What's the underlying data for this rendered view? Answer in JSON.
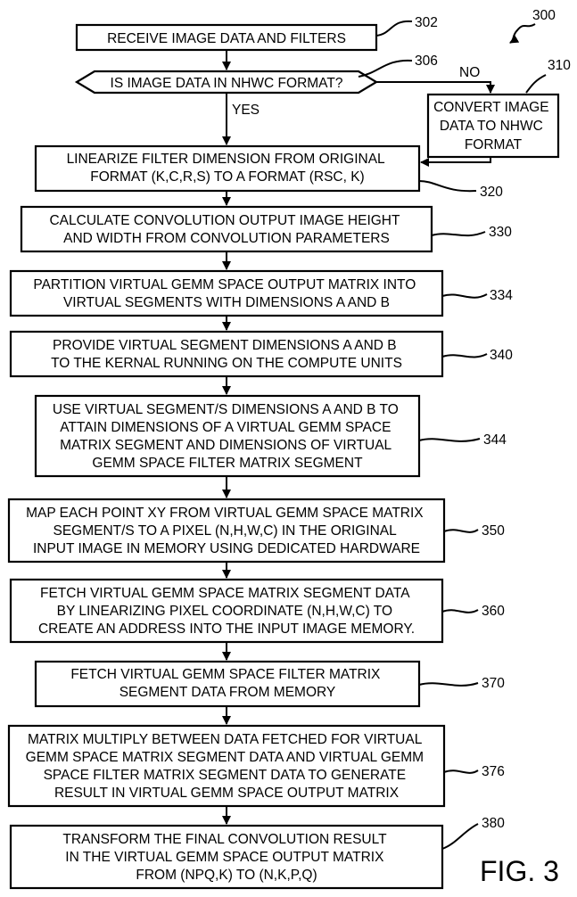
{
  "figure": {
    "ref": "300",
    "label": "FIG. 3"
  },
  "steps": [
    {
      "id": "302",
      "lines": [
        "RECEIVE IMAGE DATA AND FILTERS"
      ]
    },
    {
      "id": "306",
      "lines": [
        "IS IMAGE DATA IN NHWC FORMAT?"
      ],
      "yes_label": "YES",
      "no_label": "NO"
    },
    {
      "id": "310",
      "lines": [
        "CONVERT IMAGE",
        "DATA TO NHWC",
        "FORMAT"
      ]
    },
    {
      "id": "320",
      "lines": [
        "LINEARIZE FILTER DIMENSION FROM ORIGINAL",
        "FORMAT (K,C,R,S) TO A FORMAT (RSC, K)"
      ]
    },
    {
      "id": "330",
      "lines": [
        "CALCULATE CONVOLUTION OUTPUT IMAGE HEIGHT",
        "AND WIDTH FROM CONVOLUTION PARAMETERS"
      ]
    },
    {
      "id": "334",
      "lines": [
        "PARTITION VIRTUAL GEMM SPACE OUTPUT MATRIX INTO",
        "VIRTUAL SEGMENTS WITH DIMENSIONS A AND B"
      ]
    },
    {
      "id": "340",
      "lines": [
        "PROVIDE VIRTUAL SEGMENT DIMENSIONS A AND B",
        "TO THE KERNAL RUNNING ON THE COMPUTE UNITS"
      ]
    },
    {
      "id": "344",
      "lines": [
        "USE VIRTUAL SEGMENT/S DIMENSIONS A AND B TO",
        "ATTAIN DIMENSIONS OF A VIRTUAL GEMM SPACE",
        "MATRIX SEGMENT AND DIMENSIONS OF VIRTUAL",
        "GEMM SPACE FILTER MATRIX SEGMENT"
      ]
    },
    {
      "id": "350",
      "lines": [
        "MAP EACH POINT XY FROM VIRTUAL GEMM SPACE MATRIX",
        "SEGMENT/S TO A PIXEL (N,H,W,C) IN THE ORIGINAL",
        "INPUT IMAGE IN MEMORY USING DEDICATED HARDWARE"
      ]
    },
    {
      "id": "360",
      "lines": [
        "FETCH VIRTUAL GEMM SPACE MATRIX SEGMENT DATA",
        "BY LINEARIZING PIXEL COORDINATE (N,H,W,C) TO",
        "CREATE AN ADDRESS INTO THE INPUT IMAGE MEMORY."
      ]
    },
    {
      "id": "370",
      "lines": [
        "FETCH VIRTUAL GEMM SPACE FILTER MATRIX",
        "SEGMENT DATA FROM MEMORY"
      ]
    },
    {
      "id": "376",
      "lines": [
        "MATRIX MULTIPLY BETWEEN DATA FETCHED FOR VIRTUAL",
        "GEMM SPACE MATRIX SEGMENT DATA AND VIRTUAL GEMM",
        "SPACE FILTER MATRIX SEGMENT DATA TO GENERATE",
        "RESULT IN VIRTUAL GEMM SPACE OUTPUT MATRIX"
      ]
    },
    {
      "id": "380",
      "lines": [
        "TRANSFORM THE FINAL CONVOLUTION RESULT",
        "IN THE VIRTUAL GEMM SPACE OUTPUT MATRIX",
        "FROM (NPQ,K) TO (N,K,P,Q)"
      ]
    }
  ]
}
